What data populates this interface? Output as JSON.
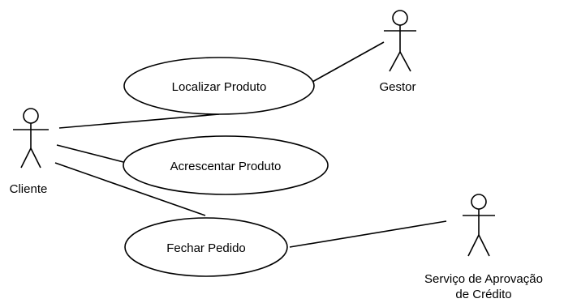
{
  "actors": {
    "cliente": {
      "label": "Cliente"
    },
    "gestor": {
      "label": "Gestor"
    },
    "servico": {
      "label_line1": "Serviço de Aprovação",
      "label_line2": "de Crédito"
    }
  },
  "use_cases": {
    "localizar": {
      "label": "Localizar Produto"
    },
    "acrescentar": {
      "label": "Acrescentar Produto"
    },
    "fechar": {
      "label": "Fechar Pedido"
    }
  }
}
